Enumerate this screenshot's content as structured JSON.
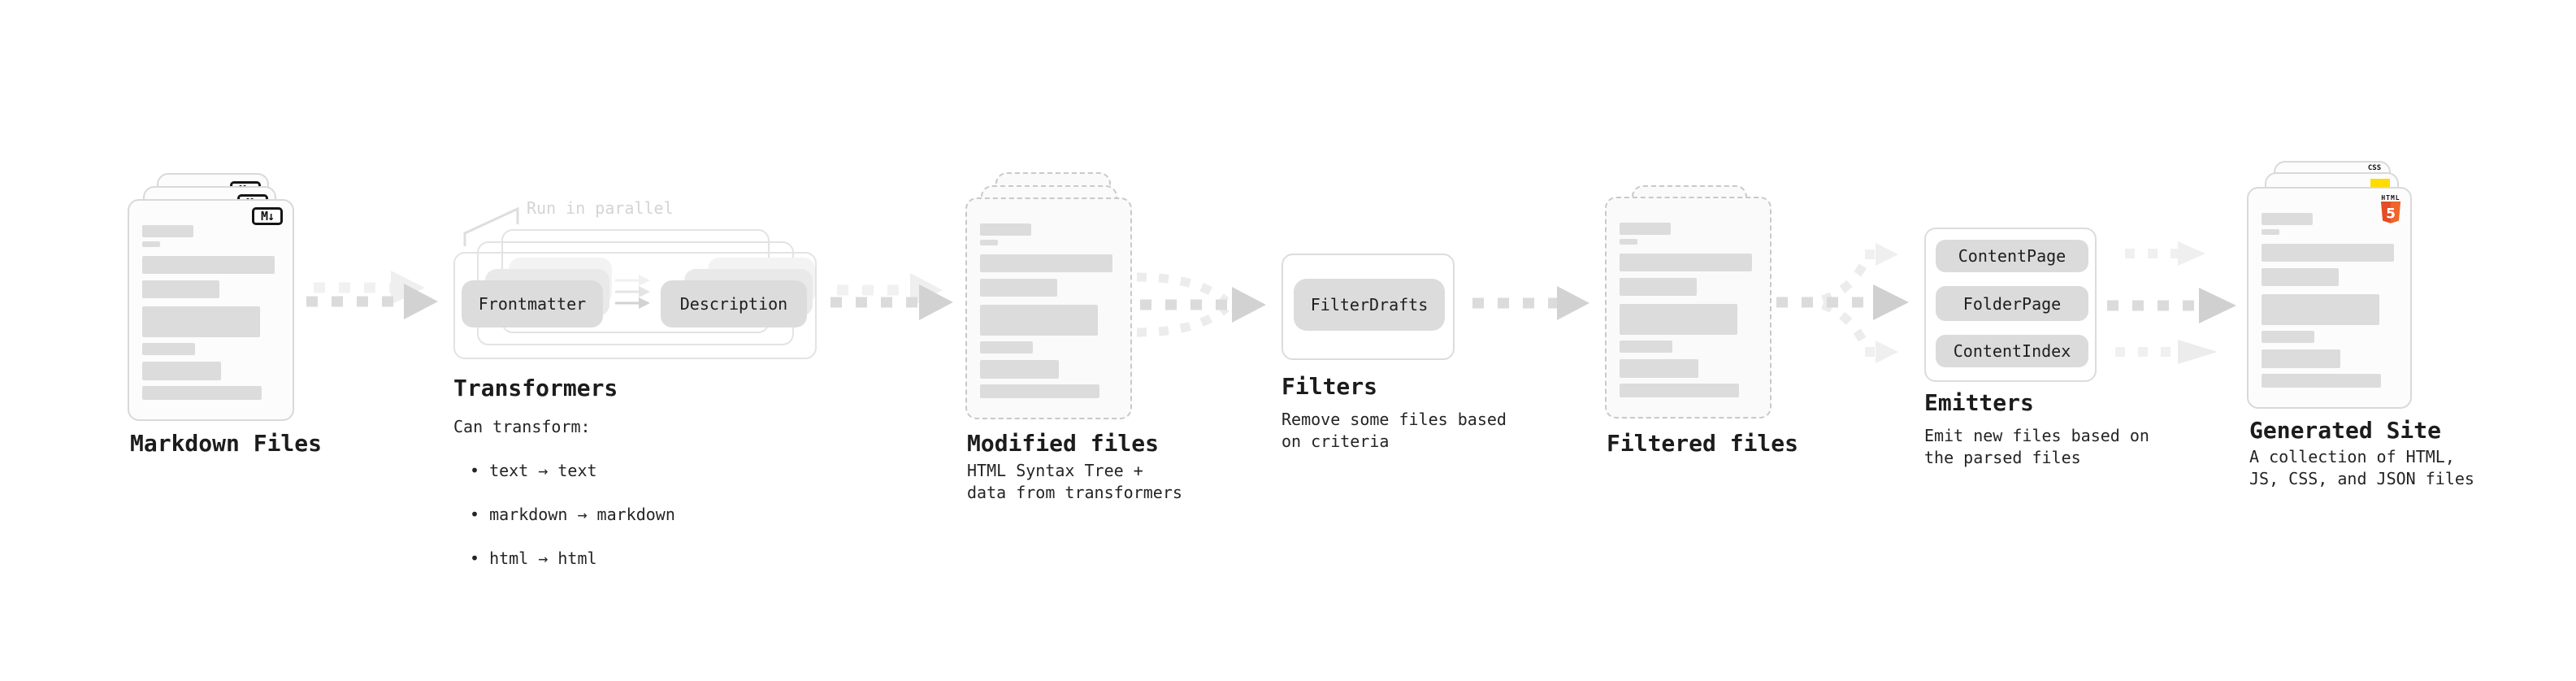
{
  "sections": {
    "markdown_files": {
      "label": "Markdown Files",
      "badge": "M↓"
    },
    "transformers": {
      "annotation": "Run in parallel",
      "stage_left_pill": "Frontmatter",
      "stage_right_pill": "Description",
      "title": "Transformers",
      "desc_heading": "Can transform:",
      "bullets": [
        "• text → text",
        "• markdown → markdown",
        "• html → html"
      ]
    },
    "modified_files": {
      "label": "Modified files",
      "desc": "HTML Syntax Tree +\ndata from transformers"
    },
    "filters": {
      "title": "Filters",
      "pill": "FilterDrafts",
      "desc": "Remove some files based\non criteria"
    },
    "filtered_files": {
      "label": "Filtered files"
    },
    "emitters": {
      "title": "Emitters",
      "pills": [
        "ContentPage",
        "FolderPage",
        "ContentIndex"
      ],
      "desc": "Emit new files based on\nthe parsed files"
    },
    "generated_site": {
      "label": "Generated Site",
      "desc": "A collection of HTML,\nJS, CSS, and JSON files",
      "css_badge": "CSS",
      "html_badge_label": "HTML",
      "html_badge_number": "5"
    }
  },
  "colors": {
    "html5_orange": "#e44d26",
    "html5_orange_light": "#f16529",
    "js_yellow": "#ffdb00",
    "css_blue": "#2b5df5"
  }
}
